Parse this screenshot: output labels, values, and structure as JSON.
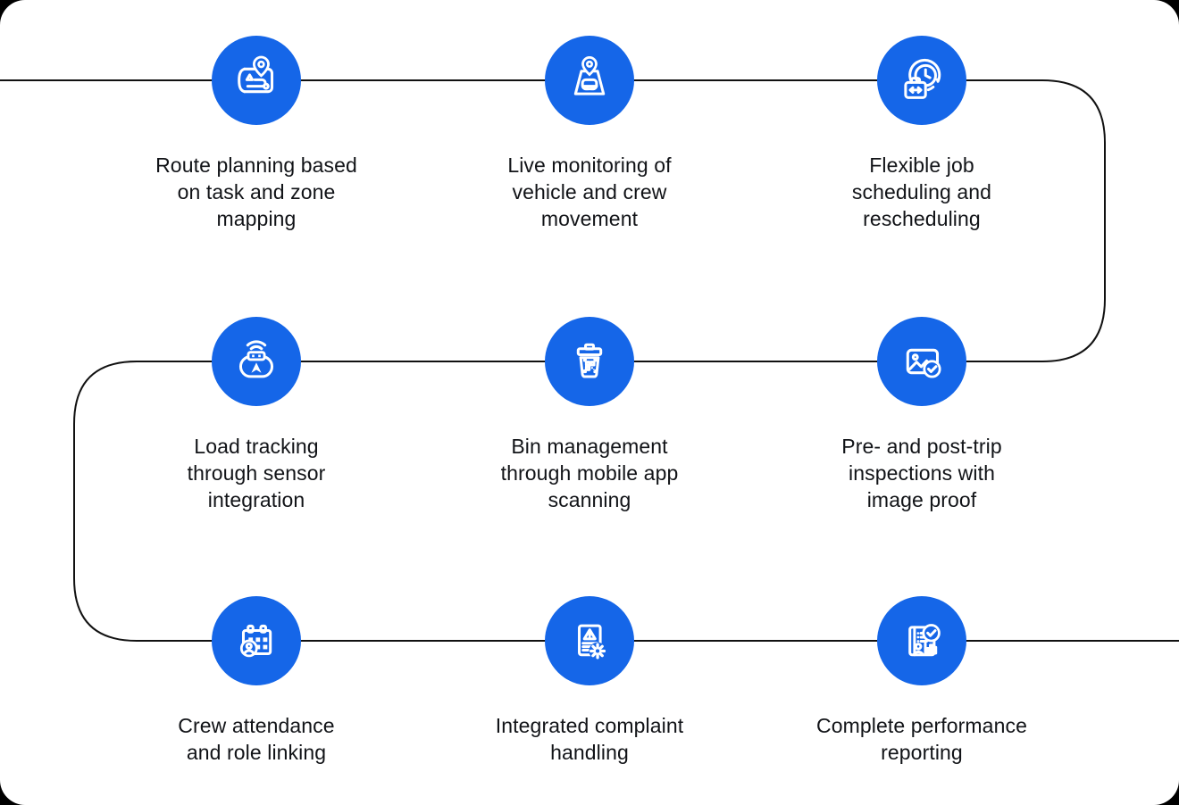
{
  "figure": {
    "type": "process-flow-infographic",
    "accent_color": "#1566E8",
    "icon_stroke_color": "#FFFFFF",
    "connector_color": "#111111",
    "text_color": "#111317",
    "background": "#FFFFFF",
    "page_background": "#000000"
  },
  "steps": [
    {
      "label": "Route planning based\non task and zone\nmapping",
      "icon": "route-map-pin-icon"
    },
    {
      "label": "Live monitoring of\nvehicle and crew\nmovement",
      "icon": "vehicle-location-icon"
    },
    {
      "label": "Flexible job\nscheduling and\nrescheduling",
      "icon": "job-reschedule-clock-icon"
    },
    {
      "label": "Load tracking\nthrough sensor\nintegration",
      "icon": "load-sensor-icon"
    },
    {
      "label": "Bin management\nthrough mobile app\nscanning",
      "icon": "bin-qr-scan-icon"
    },
    {
      "label": "Pre- and post-trip\ninspections with\nimage proof",
      "icon": "image-proof-check-icon"
    },
    {
      "label": "Crew attendance\nand role linking",
      "icon": "crew-calendar-icon"
    },
    {
      "label": "Integrated complaint\nhandling",
      "icon": "complaint-document-gear-icon"
    },
    {
      "label": "Complete performance\nreporting",
      "icon": "performance-report-icon"
    }
  ]
}
